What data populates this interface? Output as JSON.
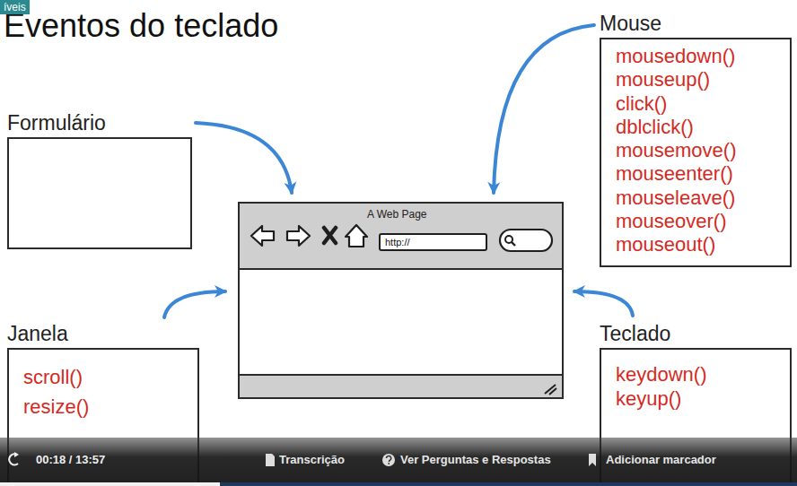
{
  "diagram": {
    "title": "Eventos do teclado",
    "nodes": [
      {
        "text": [
          "Formulário"
        ]
      },
      {
        "text": [
          "Mouse",
          "mousedown()",
          "mouseup()",
          "click()",
          "dblclick()",
          "mousemove()",
          "mouseenter()",
          "mouseleave()",
          "mouseover()",
          "mouseout()"
        ]
      },
      {
        "text": [
          "A Web Page"
        ]
      },
      {
        "text": [
          "http://"
        ],
        "in": 2
      },
      {
        "text": [
          "Janela",
          "scroll()",
          "resize()"
        ]
      },
      {
        "text": [
          "Teclado",
          "keydown()",
          "keyup()"
        ]
      }
    ],
    "edges": [
      {
        "from": 0,
        "to": 2,
        "arrow": "to"
      },
      {
        "from": 1,
        "to": 2,
        "arrow": "to"
      },
      {
        "from": 4,
        "to": 2,
        "arrow": "to"
      },
      {
        "from": 5,
        "to": 2,
        "arrow": "to"
      }
    ],
    "labels": [
      "íveis",
      "00:18 / 13:57",
      "Transcrição",
      "Ver Perguntas e Respostas",
      "Adicionar marcador"
    ]
  }
}
